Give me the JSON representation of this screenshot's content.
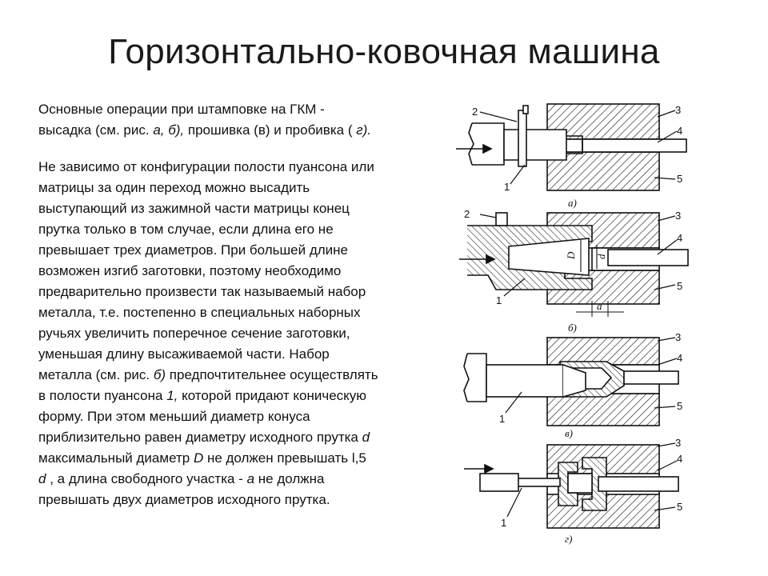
{
  "title": "Горизонтально-ковочная машина",
  "paragraph1": {
    "l1": "Основные операции при штамповке на ГКМ -",
    "l2a": "высадка (см. рис.  ",
    "l2b": "а, б),",
    "l2c": " прошивка (в) и пробивка ( ",
    "l2d": "г).",
    "l2e": ""
  },
  "paragraph2": {
    "l1": "Не зависимо от конфигурации полости пуансона или",
    "l2": "матрицы за один переход можно высадить",
    "l3": "выступающий из зажимной части матрицы конец",
    "l4": "прутка только в том случае, если длина его не",
    "l5": "превышает трех диаметров. При большей длине",
    "l6": "возможен изгиб заготовки, поэтому необходимо",
    "l7": "предварительно произвести так называемый набор",
    "l8": "металла, т.е. постепенно в специальных наборных",
    "l9": "ручьях увеличить поперечное сечение заготовки,",
    "l10": "уменьшая длину высаживаемой части. Набор",
    "l11a": "металла (см. рис. ",
    "l11b": "б)",
    "l11c": " предпочтительнее осуществлять",
    "l12a": "в полости пуансона ",
    "l12b": "1,",
    "l12c": " которой придают коническую",
    "l13": "форму. При этом меньший диаметр конуса",
    "l14a": "приблизительно равен диаметру исходного прутка ",
    "l14b": "d",
    "l15a": " максимальный диаметр ",
    "l15b": "D",
    "l15c": " не должен превышать l,5",
    "l16a": "d",
    "l16b": " , а длина свободного участка - ",
    "l16c": "а",
    "l16d": " не должна",
    "l17": "превышать двух диаметров исходного прутка."
  },
  "figure": {
    "callouts": [
      "1",
      "2",
      "3",
      "4",
      "5"
    ],
    "captions": [
      "а)",
      "б)",
      "в)",
      "г)"
    ],
    "dims": {
      "D": "D",
      "d": "d",
      "a": "а"
    }
  }
}
